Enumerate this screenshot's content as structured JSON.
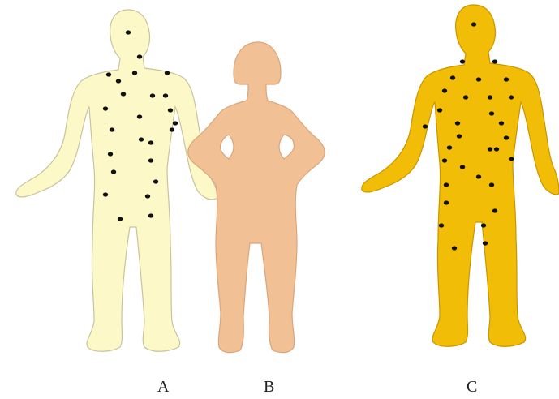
{
  "figures": [
    {
      "id": "A",
      "label": "A",
      "fill": "#fcf8c8",
      "stroke": "#c9c39a",
      "dotted": true
    },
    {
      "id": "B",
      "label": "B",
      "fill": "#f2c095",
      "stroke": "#d9a57a",
      "dotted": false
    },
    {
      "id": "C",
      "label": "C",
      "fill": "#f2bd06",
      "stroke": "#c99500",
      "dotted": true
    }
  ],
  "dot_color": "#111111"
}
